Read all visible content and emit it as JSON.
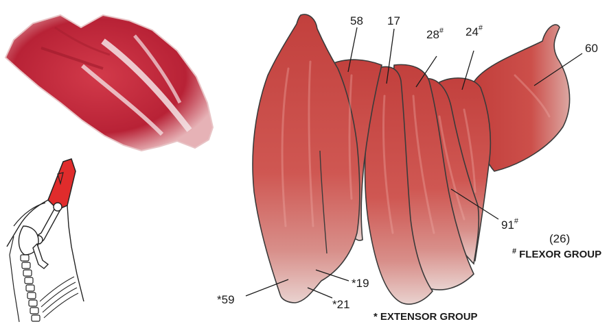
{
  "labels": {
    "m58": "58",
    "m17": "17",
    "m28": "28",
    "m24": "24",
    "m60": "60",
    "m91": "91",
    "m59": "*59",
    "m19": "*19",
    "m21": "*21",
    "m26": "(26)",
    "hash": "#"
  },
  "legend": {
    "flexor": "FLEXOR GROUP",
    "flexor_mark": "#",
    "extensor": "EXTENSOR GROUP",
    "extensor_mark": "*"
  },
  "colors": {
    "muscle": "#c94a45",
    "muscle_light": "#e6b3ad",
    "meat": "#c0283a",
    "highlight": "#e02c2c"
  }
}
